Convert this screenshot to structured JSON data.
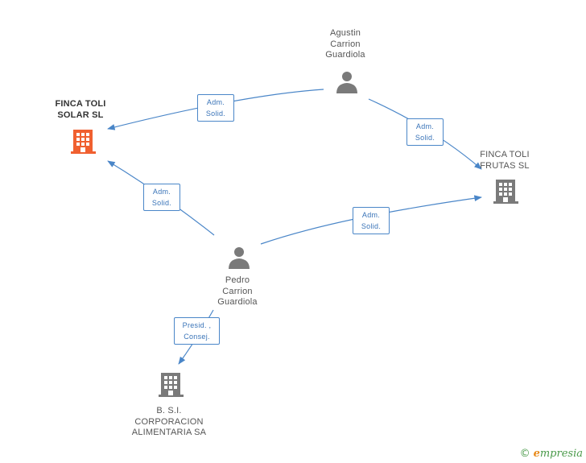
{
  "nodes": {
    "agustin": {
      "label": "Agustin\nCarrion\nGuardiola"
    },
    "pedro": {
      "label": "Pedro\nCarrion\nGuardiola"
    },
    "finca_solar": {
      "label": "FINCA TOLI\nSOLAR SL"
    },
    "finca_frutas": {
      "label": "FINCA TOLI\nFRUTAS SL"
    },
    "bsi": {
      "label": "B. S.I.\nCORPORACION\nALIMENTARIA SA"
    }
  },
  "edges": {
    "agustin_solar": "Adm.\nSolid.",
    "agustin_frutas": "Adm.\nSolid.",
    "pedro_solar": "Adm.\nSolid.",
    "pedro_frutas": "Adm.\nSolid.",
    "pedro_bsi": "Presid. ,\nConsej."
  },
  "colors": {
    "edge": "#4a86c8",
    "person": "#7a7a7a",
    "company": "#7a7a7a",
    "focus_company": "#f06030"
  },
  "brand": {
    "copyright": "©",
    "name_initial": "e",
    "name_rest": "mpresia"
  }
}
